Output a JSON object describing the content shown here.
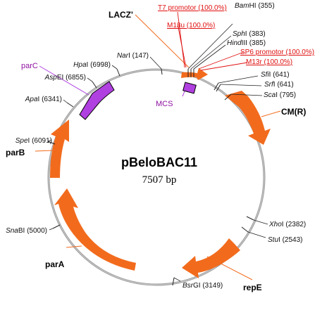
{
  "plasmid": {
    "name": "pBeloBAC11",
    "size": "7507 bp"
  },
  "colors": {
    "backbone": "#9a9a9a",
    "feature": "#f26b1d",
    "purple": "#b040e0",
    "red": "#e01010",
    "tick": "#222222"
  },
  "features": [
    {
      "id": "lacz",
      "label": "LACZ'"
    },
    {
      "id": "cmr",
      "label": "CM(R)"
    },
    {
      "id": "repe",
      "label": "repE"
    },
    {
      "id": "para",
      "label": "parA"
    },
    {
      "id": "parb",
      "label": "parB"
    },
    {
      "id": "parc",
      "label": "parC"
    },
    {
      "id": "mcs",
      "label": "MCS"
    }
  ],
  "sites": [
    {
      "id": "bamhi",
      "enzyme": "Bam",
      "suffix": "HI",
      "pos": "(355)"
    },
    {
      "id": "sphi",
      "enzyme": "Sph",
      "suffix": "I",
      "pos": "(383)"
    },
    {
      "id": "hindiii",
      "enzyme": "Hind",
      "suffix": "III",
      "pos": "(385)"
    },
    {
      "id": "sfii",
      "enzyme": "Sfi",
      "suffix": "I",
      "pos": "(641)"
    },
    {
      "id": "srfi",
      "enzyme": "Srf",
      "suffix": "I",
      "pos": "(641)"
    },
    {
      "id": "scai",
      "enzyme": "Sca",
      "suffix": "I",
      "pos": "(795)"
    },
    {
      "id": "xhoi",
      "enzyme": "Xho",
      "suffix": "I",
      "pos": "(2382)"
    },
    {
      "id": "stui",
      "enzyme": "Stu",
      "suffix": "I",
      "pos": "(2543)"
    },
    {
      "id": "bsrgi",
      "enzyme": "Bsr",
      "suffix": "GI",
      "pos": "(3149)"
    },
    {
      "id": "snabi",
      "enzyme": "Sna",
      "suffix": "BI",
      "pos": "(5000)"
    },
    {
      "id": "spei",
      "enzyme": "Spe",
      "suffix": "I",
      "pos": "(6091)"
    },
    {
      "id": "apai",
      "enzyme": "Apa",
      "suffix": "I",
      "pos": "(6341)"
    },
    {
      "id": "aspei",
      "enzyme": "Asp",
      "suffix": "EI",
      "pos": "(6855)"
    },
    {
      "id": "hpai",
      "enzyme": "Hpa",
      "suffix": "I",
      "pos": "(6998)"
    },
    {
      "id": "nari",
      "enzyme": "Nar",
      "suffix": "I",
      "pos": "(147)"
    }
  ],
  "primers": [
    {
      "id": "t7",
      "label": "T7 promotor (100.0%)"
    },
    {
      "id": "m13u",
      "label": "M13u (100.0%)"
    },
    {
      "id": "sp6",
      "label": "SP6 promotor (100.0%)"
    },
    {
      "id": "m13r",
      "label": "M13r (100.0%)"
    }
  ]
}
